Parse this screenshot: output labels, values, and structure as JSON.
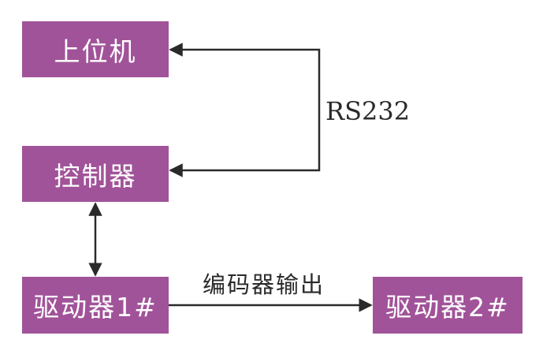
{
  "nodes": {
    "host": "上位机",
    "controller": "控制器",
    "driver1": "驱动器1#",
    "driver2": "驱动器2#"
  },
  "edges": {
    "rs232": "RS232",
    "encoder_output": "编码器输出"
  },
  "colors": {
    "node_fill": "#a15399",
    "node_text": "#ffffff",
    "line": "#2a2a2a"
  }
}
